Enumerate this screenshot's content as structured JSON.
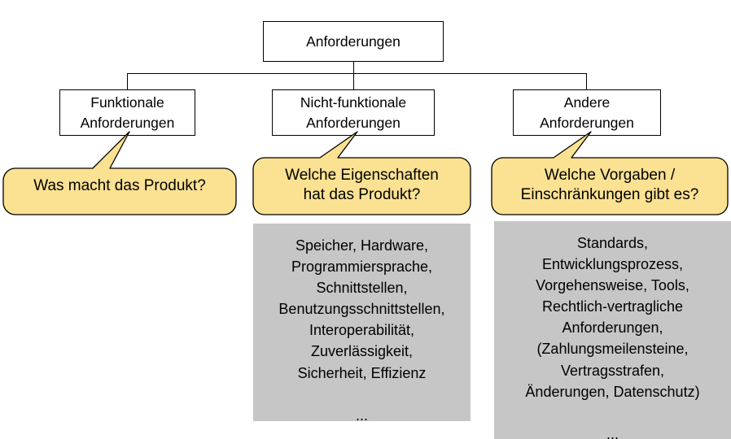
{
  "diagram": {
    "title_node": {
      "label": "Anforderungen"
    },
    "branches": [
      {
        "id": "funktionale",
        "node_label": "Funktionale\nAnforderungen",
        "callout_text": "Was macht das Produkt?",
        "detail_text": ""
      },
      {
        "id": "nicht-funktionale",
        "node_label": "Nicht-funktionale\nAnforderungen",
        "callout_text": "Welche Eigenschaften\nhat das Produkt?",
        "detail_text": "Speicher, Hardware,\nProgrammiersprache,\nSchnittstellen,\nBenutzungsschnittstellen,\nInteroperabilität,\nZuverlässigkeit,\nSicherheit, Effizienz\n\n..."
      },
      {
        "id": "andere",
        "node_label": "Andere\nAnforderungen",
        "callout_text": "Welche Vorgaben /\nEinschränkungen gibt es?",
        "detail_text": "Standards,\nEntwicklungsprozess,\nVorgehensweise, Tools,\nRechtlich-vertragliche\nAnforderungen,\n(Zahlungsmeilensteine,\nVertragsstrafen,\nÄnderungen, Datenschutz)\n\n..."
      }
    ],
    "colors": {
      "callout_fill": "#fbe192",
      "callout_stroke": "#000000",
      "panel_fill": "#c6c6c6",
      "node_fill": "#ffffff",
      "node_stroke": "#000000",
      "text": "#000000"
    }
  }
}
